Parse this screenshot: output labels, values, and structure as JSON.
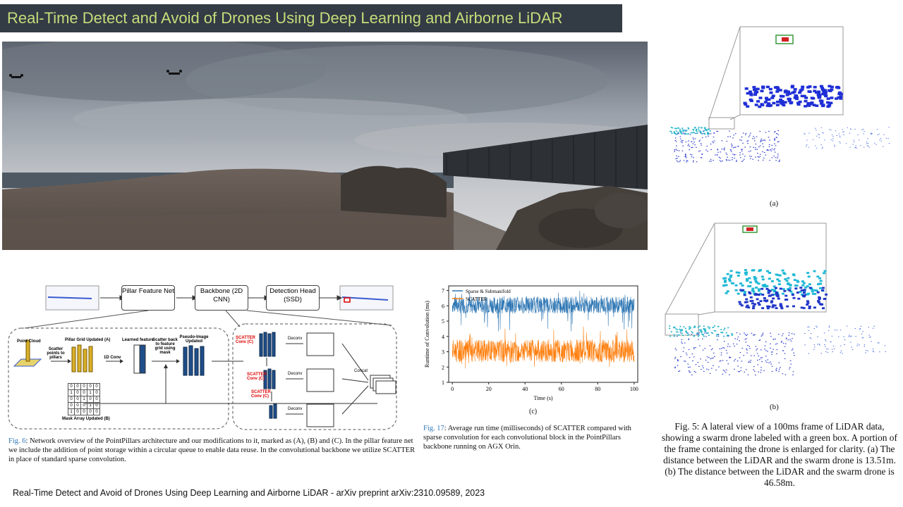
{
  "title": "Real-Time Detect and Avoid of Drones Using Deep Learning and Airborne LiDAR",
  "footer": "Real-Time Detect and Avoid of Drones Using Deep Learning and Airborne LiDAR - arXiv preprint arXiv:2310.09589, 2023",
  "fig6": {
    "caption_label": "Fig. 6",
    "caption_text": ": Network overview of the PointPillars architecture and our modifications to it, marked as (A), (B) and (C). In the pillar feature net we include the addition of point storage within a circular queue to enable data reuse. In the convolutional backbone we utilize SCATTER in place of standard sparse convolution.",
    "pillar_net": "Pillar Feature Net",
    "backbone": "Backbone (2D CNN)",
    "detection_head": "Detection Head (SSD)",
    "point_cloud": "Point Cloud",
    "scatter_points": "Scatter points to pillars",
    "pillar_grid": "Pillar Grid Updated (A)",
    "conv1d": "1D Conv",
    "learned_feature": "Learned feature",
    "scatter_back": "Scatter back to feature grid using mask",
    "pseudo_image": "Pseudo-Image Updated",
    "mask_array": "Mask Array Updated (B)",
    "scatter_conv": "SCATTER Conv (C)",
    "deconv": "Deconv",
    "concat": "Concat",
    "mask_rows": [
      [
        "0",
        "0",
        "0",
        "0",
        "0"
      ],
      [
        "1",
        "0",
        "0",
        "1",
        "0"
      ],
      [
        "0",
        "0",
        "1",
        "0",
        "0"
      ],
      [
        "0",
        "0",
        "0",
        "1",
        "0"
      ],
      [
        "1",
        "0",
        "0",
        "0",
        "0"
      ]
    ]
  },
  "fig17": {
    "caption_label": "Fig. 17",
    "caption_text": ": Average run time (milliseconds) of SCATTER compared with sparse convolution for each convolutional block in the PointPillars backbone running on AGX Orin.",
    "sublabel": "(c)"
  },
  "fig5": {
    "label_a": "(a)",
    "label_b": "(b)",
    "caption": "Fig. 5: A lateral view of a 100ms frame of LiDAR data, showing a swarm drone labeled with a green box. A portion of the frame containing the drone is enlarged for clarity. (a) The distance between the LiDAR and the swarm drone is 13.51m. (b) The distance between the LiDAR and the swarm drone is 46.58m."
  },
  "chart_data": {
    "type": "line",
    "title": "",
    "xlabel": "Time (s)",
    "ylabel": "Runtime of Convolution (ms)",
    "xlim": [
      -2,
      102
    ],
    "ylim": [
      1,
      7.3
    ],
    "xticks": [
      0,
      20,
      40,
      60,
      80,
      100
    ],
    "yticks": [
      1,
      2,
      3,
      4,
      5,
      6,
      7
    ],
    "legend_position": "top-left",
    "grid": false,
    "series": [
      {
        "name": "Sparse & Submanifold",
        "color": "#2f77b4",
        "mean": 5.95,
        "band": [
          5.5,
          6.6
        ],
        "spike_low": 4.3,
        "spike_high": 7.0
      },
      {
        "name": "SCATTER",
        "color": "#ff7f0e",
        "mean": 3.0,
        "band": [
          2.3,
          3.8
        ],
        "spike_low": 1.9,
        "spike_high": 4.7
      }
    ]
  }
}
